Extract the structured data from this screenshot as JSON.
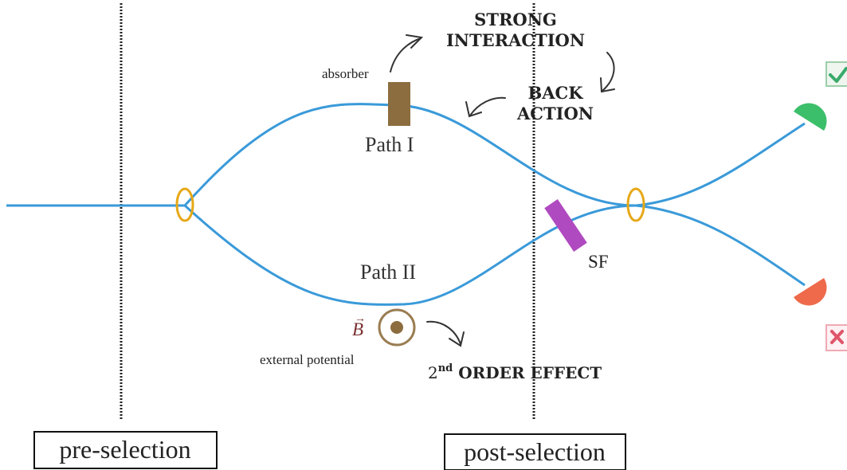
{
  "labels": {
    "absorber": "absorber",
    "strong_line1": "STRONG",
    "strong_line2": "INTERACTION",
    "back_line1": "BACK",
    "back_line2": "ACTION",
    "path1": "Path I",
    "path2": "Path II",
    "sf": "SF",
    "b_field": "B",
    "b_vector_mark": "→",
    "external_potential": "external potential",
    "second_order_prefix": "2",
    "second_order_sup": "nd",
    "second_order_rest": " ORDER EFFECT",
    "pre_selection": "pre-selection",
    "post_selection": "post-selection"
  },
  "icons": {
    "success": "check-icon",
    "failure": "cross-icon"
  },
  "colors": {
    "beam": "#3a9ad9",
    "beam_splitter": "#e6a817",
    "absorber": "#8c6d3f",
    "spin_flipper": "#b04ac0",
    "detector_top": "#3cbf6a",
    "detector_bottom": "#ee6a4a",
    "external_potential": "#9a7d52",
    "check": "#3aaa6a",
    "cross": "#e0556a"
  }
}
